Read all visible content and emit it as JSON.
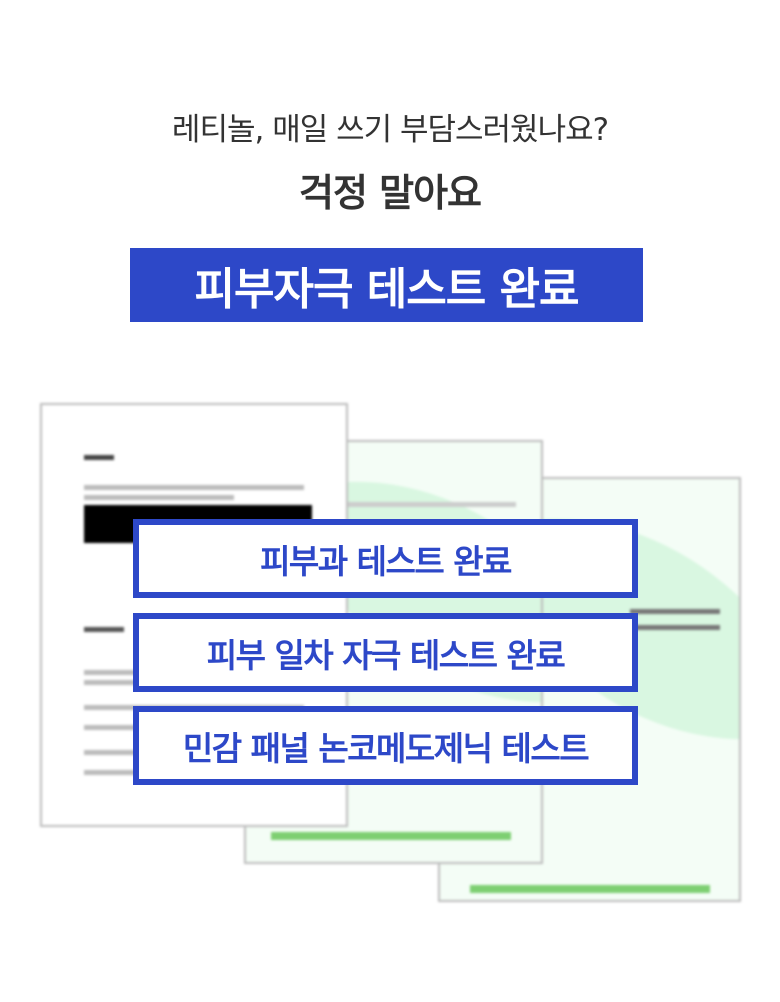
{
  "header": {
    "subtitle": "레티놀, 매일 쓰기 부담스러웠나요?",
    "title": "걱정 말아요"
  },
  "badge": {
    "label": "피부자극 테스트 완료"
  },
  "tests": [
    {
      "label": "피부과 테스트 완료"
    },
    {
      "label": "피부 일차 자극 테스트 완료"
    },
    {
      "label": "민감 패널 논코메도제닉 테스트"
    }
  ],
  "colors": {
    "accent": "#2d48c8",
    "text": "#333333",
    "doc_green": "#7dcf72"
  }
}
